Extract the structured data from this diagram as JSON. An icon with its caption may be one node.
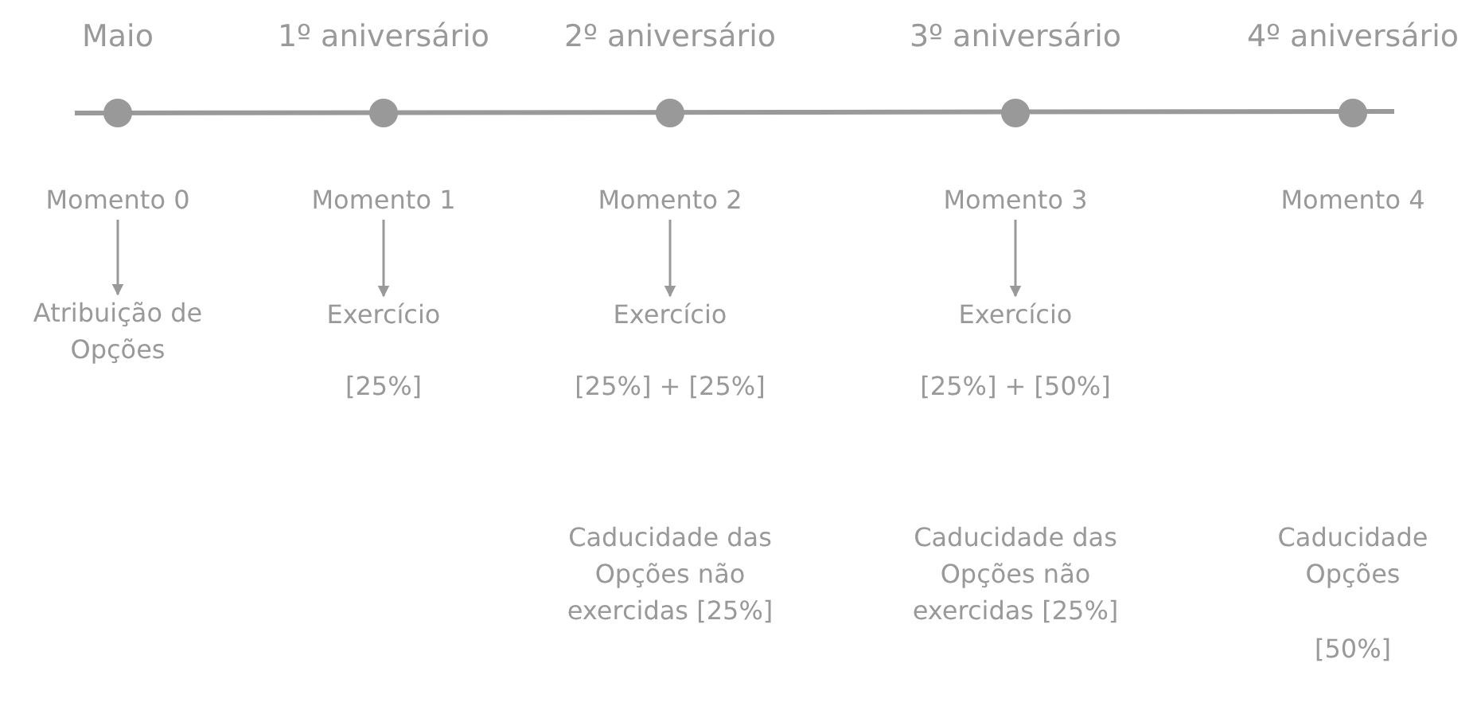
{
  "diagram": {
    "nodes": [
      {
        "text": [
          "Momento 0"
        ]
      },
      {
        "text": [
          "Momento 1"
        ]
      },
      {
        "text": [
          "Momento 2"
        ]
      },
      {
        "text": [
          "Momento 3"
        ]
      },
      {
        "text": [
          "Momento 4"
        ]
      },
      {
        "text": [
          "Atribuição de Opções"
        ]
      },
      {
        "text": [
          "Exercício"
        ]
      },
      {
        "text": [
          "Exercício"
        ]
      },
      {
        "text": [
          "Exercício"
        ]
      }
    ],
    "edges": [
      {
        "from": 0,
        "to": 5,
        "arrow": "to"
      },
      {
        "from": 1,
        "to": 6,
        "arrow": "to"
      },
      {
        "from": 2,
        "to": 7,
        "arrow": "to"
      },
      {
        "from": 3,
        "to": 8,
        "arrow": "to"
      }
    ],
    "labels": [
      "Maio",
      "1º aniversário",
      "2º aniversário",
      "3º aniversário",
      "4º aniversário",
      "[25%]",
      "[25%] + [25%]",
      "[25%] + [50%]",
      "Caducidade das Opções não exercidas [25%]",
      "Caducidade das Opções não exercidas [25%]",
      "Caducidade Opções",
      "[50%]"
    ]
  }
}
